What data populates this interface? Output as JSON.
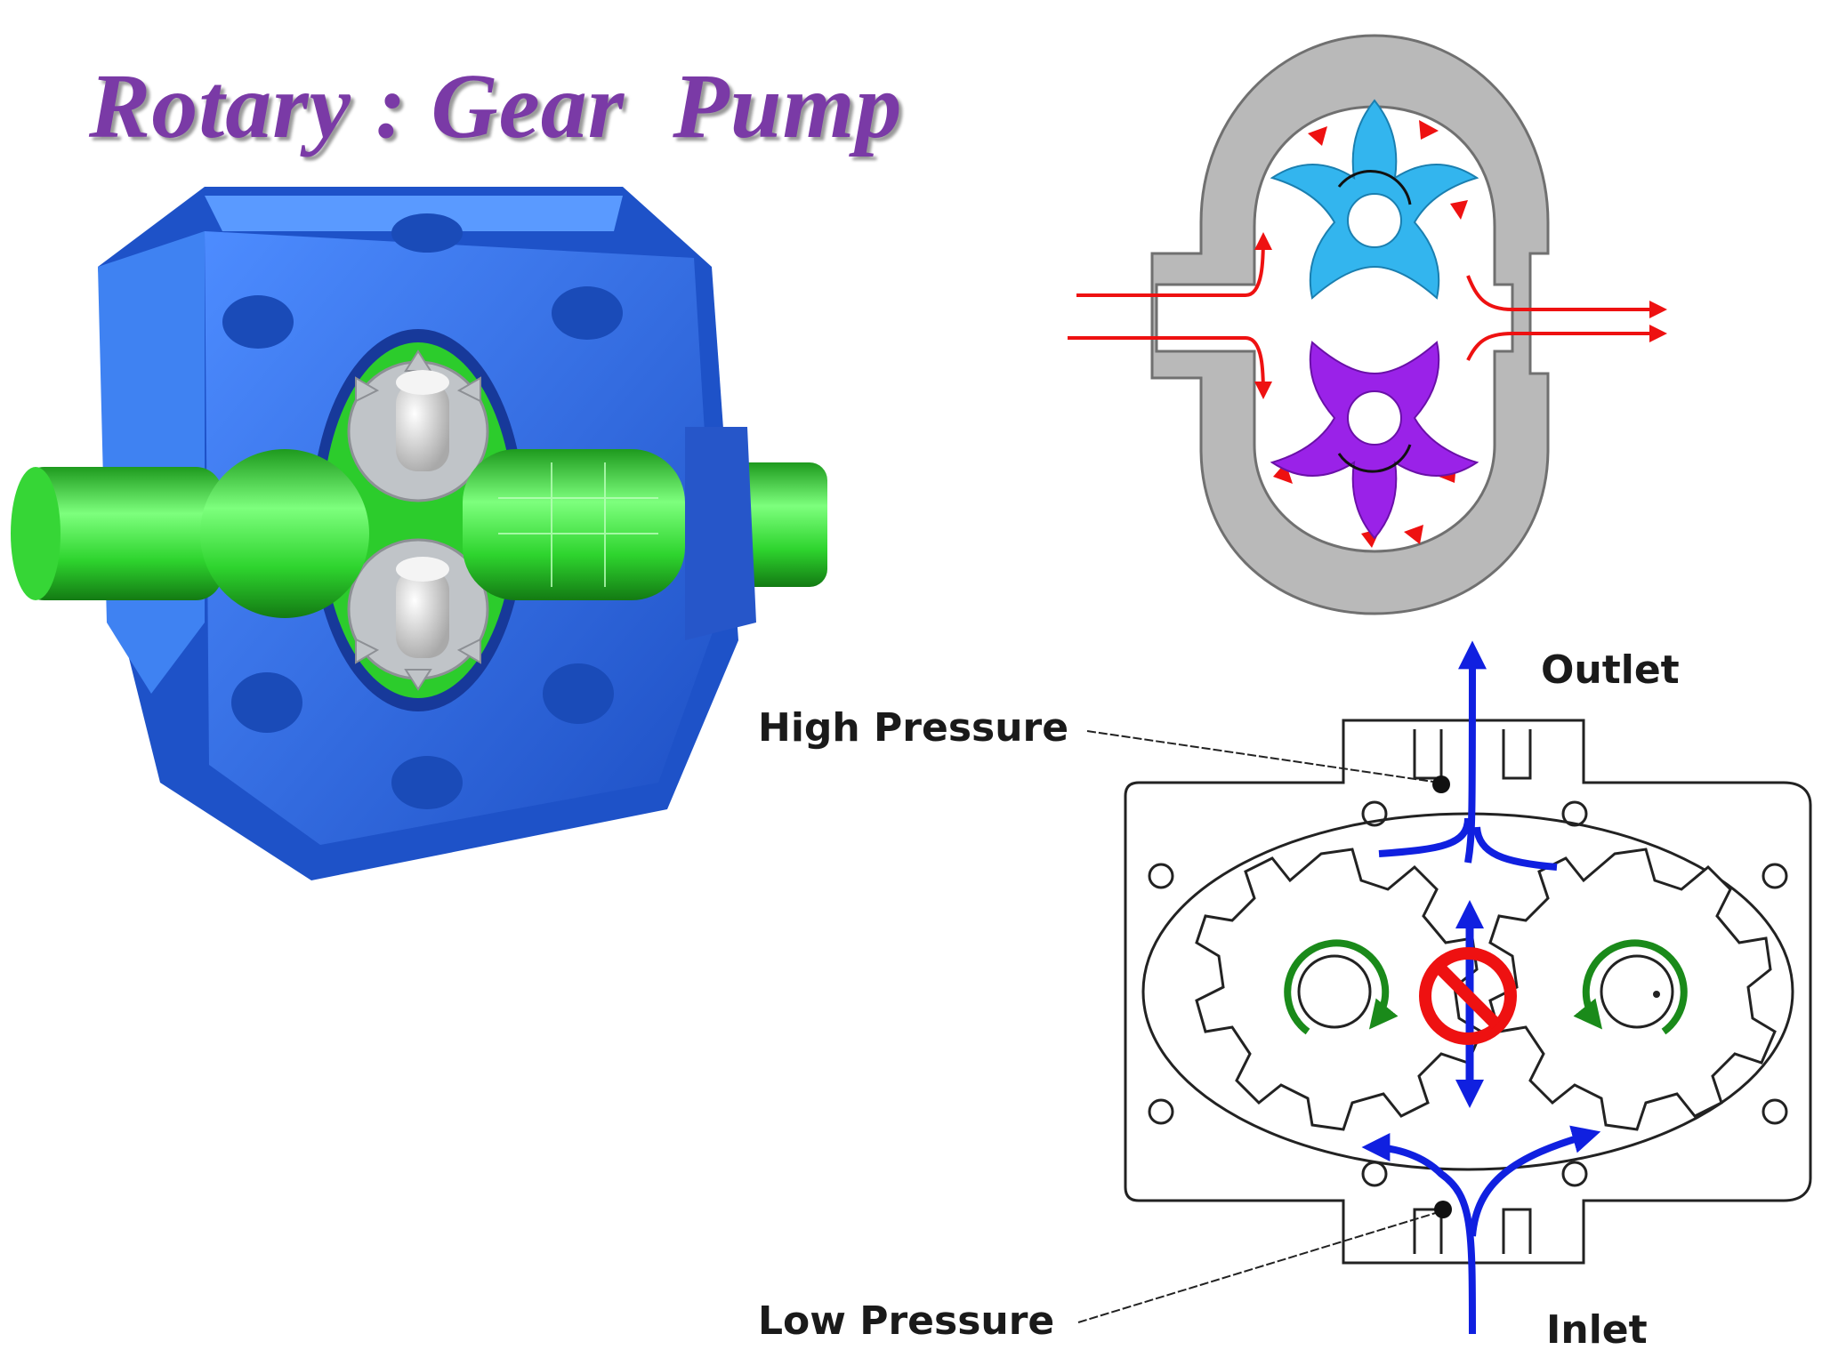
{
  "title": "Rotary : Gear  Pump",
  "labels": {
    "outlet": "Outlet",
    "inlet": "Inlet",
    "high_pressure": "High Pressure",
    "low_pressure": "Low Pressure"
  },
  "colors": {
    "title": "#7a3aa6",
    "pump_body": "#2f6fe0",
    "shaft": "#33dd33",
    "gear_top": "#33b5ee",
    "gear_bottom": "#9a22e8",
    "flow_red": "#ee1111",
    "flow_blue": "#1020e0",
    "rotation_green": "#1a8a1a",
    "no_symbol": "#ee1111"
  }
}
